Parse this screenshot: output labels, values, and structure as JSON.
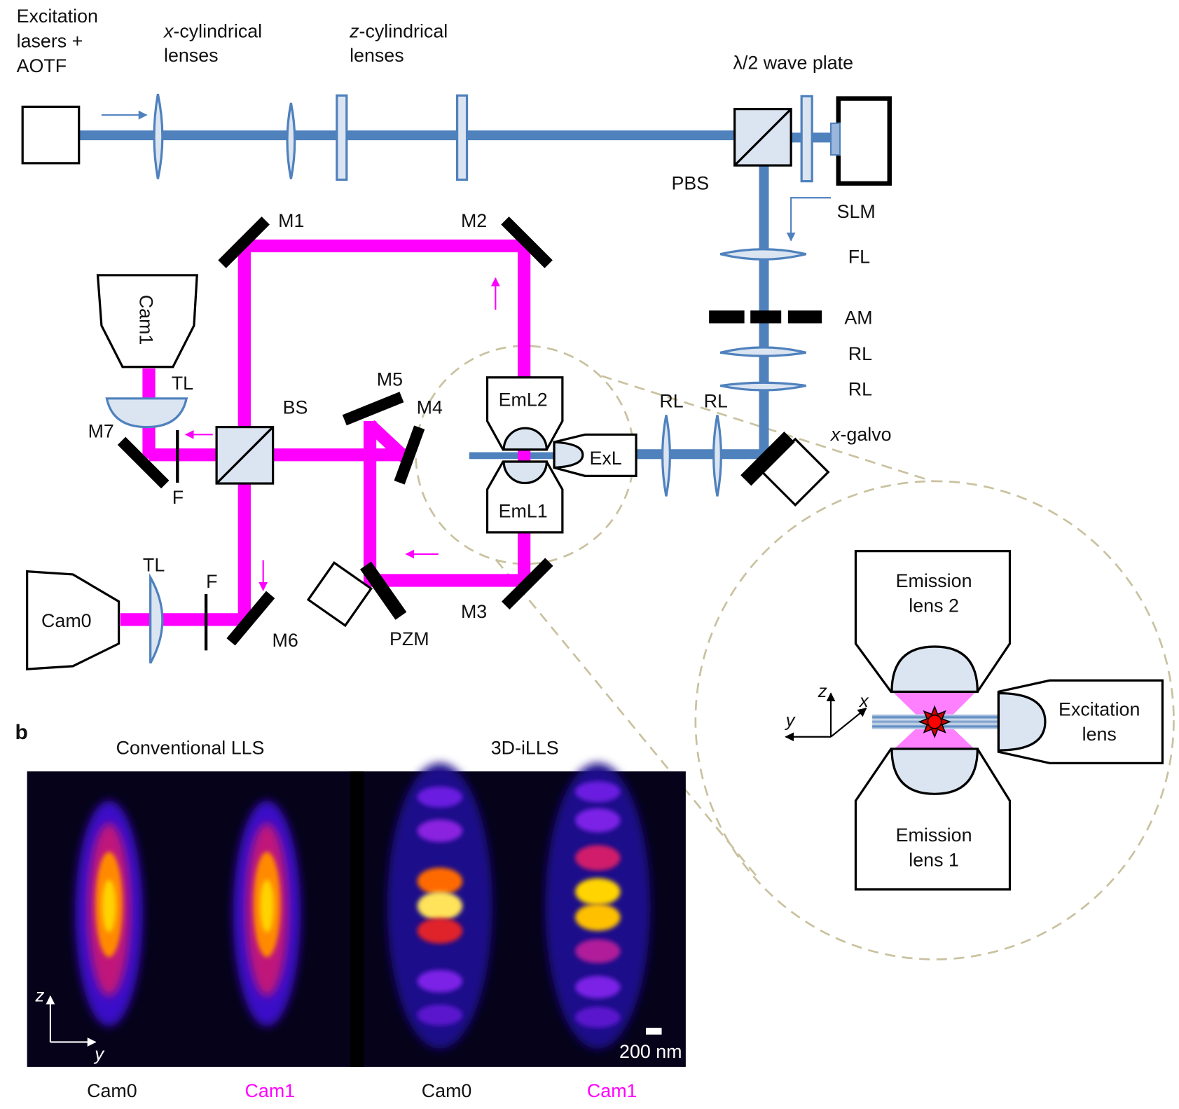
{
  "figure": {
    "panel_b_letter": "b",
    "colors": {
      "excitation_beam": "#4f81bd",
      "emission_beam": "#ff00ff",
      "optic_fill": "#dbe5f1",
      "zoom_circle": "#c9c19f",
      "cam1_label": "#ff00ff",
      "cam0_label": "#111111"
    }
  },
  "panel_a": {
    "labels": {
      "laser_line1": "Excitation",
      "laser_line2": "lasers +",
      "laser_line3": "AOTF",
      "xcyl_prefix": "x",
      "xcyl_suffix": "-cylindrical",
      "xcyl_line2": "lenses",
      "zcyl_prefix": "z",
      "zcyl_suffix": "-cylindrical",
      "zcyl_line2": "lenses",
      "waveplate": "λ/2 wave plate",
      "pbs": "PBS",
      "slm": "SLM",
      "fl": "FL",
      "am": "AM",
      "rl1": "RL",
      "rl2": "RL",
      "rl3": "RL",
      "rl4": "RL",
      "xgalvo_prefix": "x",
      "xgalvo_suffix": "-galvo",
      "m1": "M1",
      "m2": "M2",
      "m3": "M3",
      "m4": "M4",
      "m5": "M5",
      "m6": "M6",
      "m7": "M7",
      "bs": "BS",
      "tl_top": "TL",
      "tl_bottom": "TL",
      "f_top": "F",
      "f_bottom": "F",
      "cam1": "Cam1",
      "cam0": "Cam0",
      "pzm": "PZM",
      "eml2": "EmL2",
      "eml1": "EmL1",
      "exl": "ExL"
    },
    "inset": {
      "emission_lens_2_line1": "Emission",
      "emission_lens_2_line2": "lens 2",
      "emission_lens_1_line1": "Emission",
      "emission_lens_1_line2": "lens 1",
      "excitation_lens_line1": "Excitation",
      "excitation_lens_line2": "lens",
      "axis_z": "z",
      "axis_x": "x",
      "axis_y": "y"
    }
  },
  "panel_b": {
    "groups": [
      {
        "title": "Conventional LLS"
      },
      {
        "title": "3D-iLLS"
      }
    ],
    "images": [
      {
        "label": "Cam0",
        "group": "Conventional LLS",
        "pattern": "continuous",
        "peak_lobes": 1
      },
      {
        "label": "Cam1",
        "group": "Conventional LLS",
        "pattern": "continuous",
        "peak_lobes": 1
      },
      {
        "label": "Cam0",
        "group": "3D-iLLS",
        "pattern": "fringes",
        "peak_lobes": 1
      },
      {
        "label": "Cam1",
        "group": "3D-iLLS",
        "pattern": "fringes",
        "peak_lobes": 2
      }
    ],
    "axis_z": "z",
    "axis_y": "y",
    "scale_bar": "200 nm"
  }
}
